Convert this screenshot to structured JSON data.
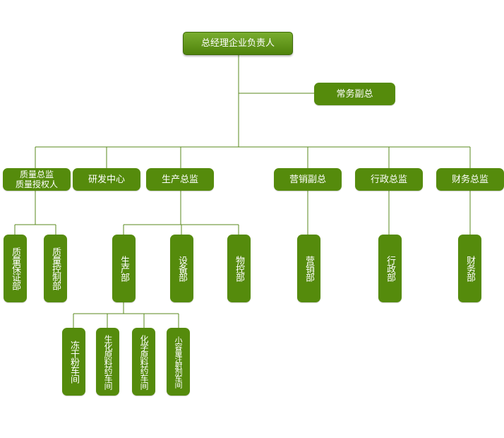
{
  "colors": {
    "node": "#558b0c",
    "line": "#5a8a1e"
  },
  "top": "总经理企业负责人",
  "deputy": "常务副总",
  "level2": {
    "quality": [
      "质量总监",
      "质量授权人"
    ],
    "rnd": "研发中心",
    "production_director": "生产总监",
    "sales_vp": "营销副总",
    "admin_director": "行政总监",
    "finance_director": "财务总监"
  },
  "level3": {
    "qa": "质量保证部",
    "qc": "质量控制部",
    "production": "生产部",
    "equipment": "设备部",
    "materials": "物控部",
    "sales": "营销部",
    "admin": "行政部",
    "finance": "财务部"
  },
  "level4": {
    "freeze_dry": "冻干粉车间",
    "bio_api": "生化原料药车间",
    "chem_api": "化学原料药车间",
    "small_injection": "小容量注射剂车间"
  }
}
